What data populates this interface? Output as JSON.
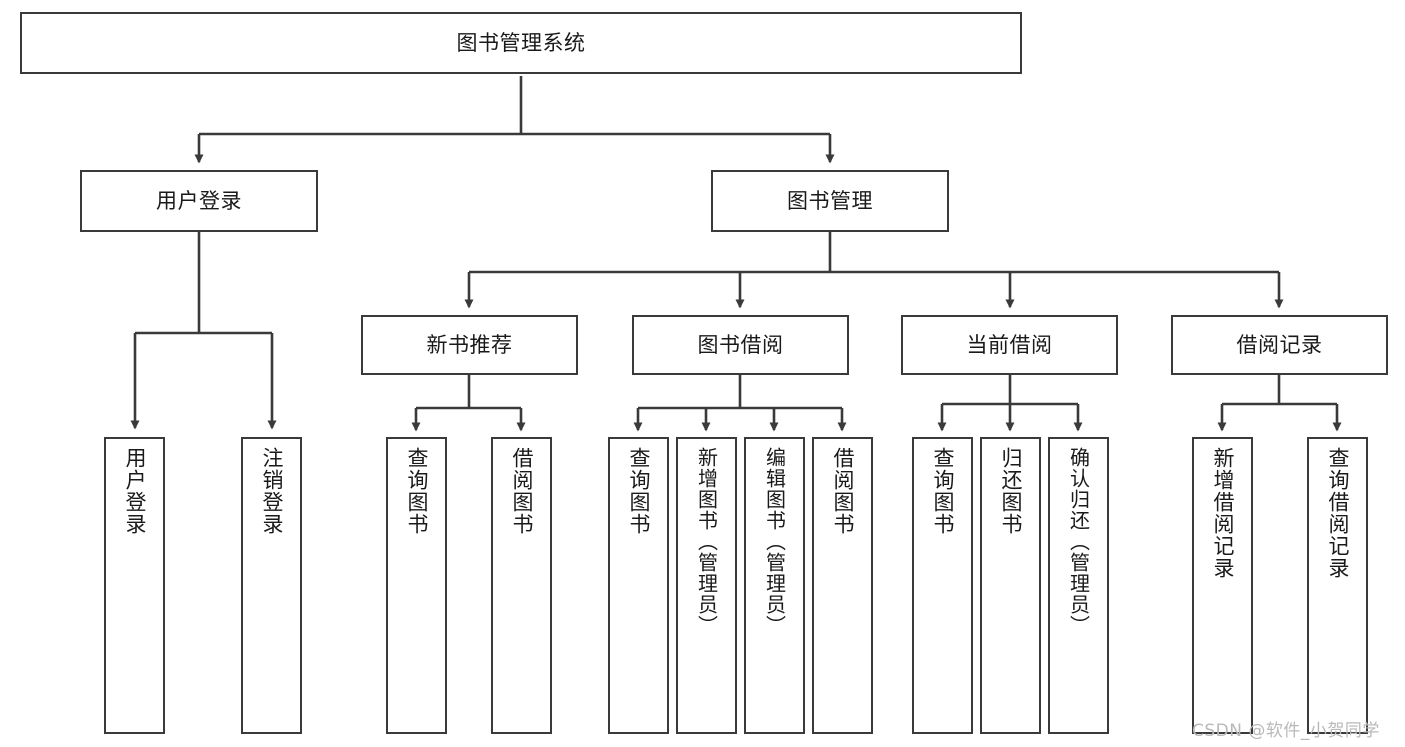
{
  "diagram": {
    "type": "tree",
    "title": "图书管理系统",
    "background": "#ffffff",
    "box_border_color": "#3a3a3a",
    "edge_color": "#3a3a3a",
    "root": {
      "id": "root",
      "label": "图书管理系统"
    },
    "level2": [
      {
        "id": "user-login",
        "label": "用户登录"
      },
      {
        "id": "book-manage",
        "label": "图书管理"
      }
    ],
    "level3": [
      {
        "id": "new-book-rec",
        "label": "新书推荐",
        "parent": "book-manage"
      },
      {
        "id": "book-borrow",
        "label": "图书借阅",
        "parent": "book-manage"
      },
      {
        "id": "current-borrow",
        "label": "当前借阅",
        "parent": "book-manage"
      },
      {
        "id": "borrow-record",
        "label": "借阅记录",
        "parent": "book-manage"
      }
    ],
    "leaves": {
      "user_login": [
        {
          "id": "leaf-user-login",
          "label": "用户登录"
        },
        {
          "id": "leaf-logout",
          "label": "注销登录"
        }
      ],
      "new_book_rec": [
        {
          "id": "leaf-query-book-1",
          "label": "查询图书"
        },
        {
          "id": "leaf-borrow-book-1",
          "label": "借阅图书"
        }
      ],
      "book_borrow": [
        {
          "id": "leaf-query-book-2",
          "label": "查询图书"
        },
        {
          "id": "leaf-add-book",
          "label": "新增图书（管理员）"
        },
        {
          "id": "leaf-edit-book",
          "label": "编辑图书（管理员）"
        },
        {
          "id": "leaf-borrow-book-2",
          "label": "借阅图书"
        }
      ],
      "current_borrow": [
        {
          "id": "leaf-query-book-3",
          "label": "查询图书"
        },
        {
          "id": "leaf-return-book",
          "label": "归还图书"
        },
        {
          "id": "leaf-confirm-return",
          "label": "确认归还（管理员）"
        }
      ],
      "borrow_record": [
        {
          "id": "leaf-add-record",
          "label": "新增借阅记录"
        },
        {
          "id": "leaf-query-record",
          "label": "查询借阅记录"
        }
      ]
    },
    "watermark": "CSDN @软件_小贺同学"
  }
}
